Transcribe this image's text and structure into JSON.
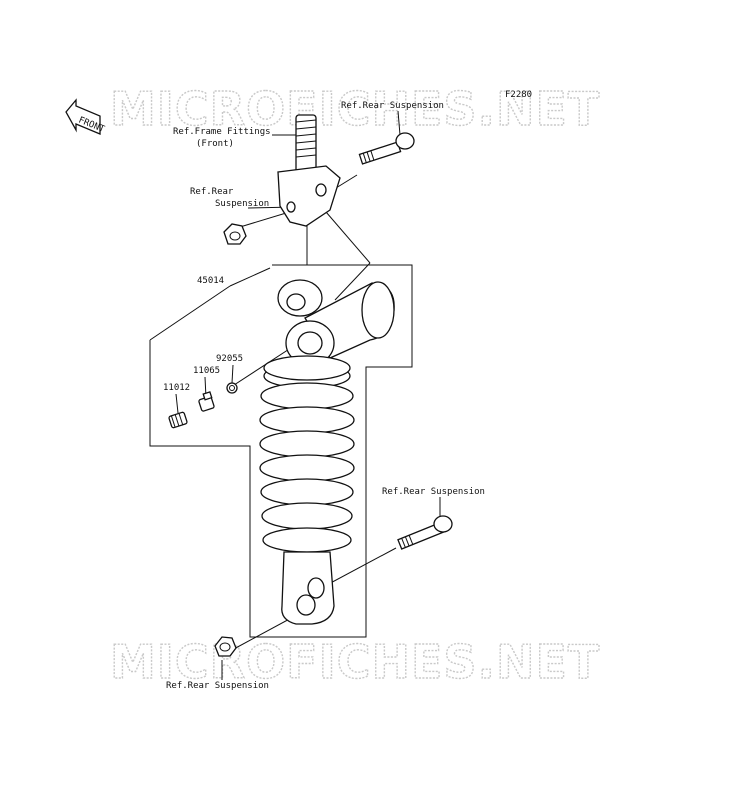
{
  "diagram_id": "F2280",
  "front_label": "FRONT",
  "watermarks": [
    "MICROFICHES.NET",
    "MICROFICHES.NET"
  ],
  "labels": {
    "ref_rear_top": "Ref.Rear Suspension",
    "ref_frame_line1": "Ref.Frame Fittings",
    "ref_frame_line2": "(Front)",
    "ref_rear_left_line1": "Ref.Rear",
    "ref_rear_left_line2": "Suspension",
    "ref_rear_mid": "Ref.Rear Suspension",
    "ref_rear_bottom": "Ref.Rear Suspension",
    "part_45014": "45014",
    "part_92055": "92055",
    "part_11065": "11065",
    "part_11012": "11012"
  }
}
